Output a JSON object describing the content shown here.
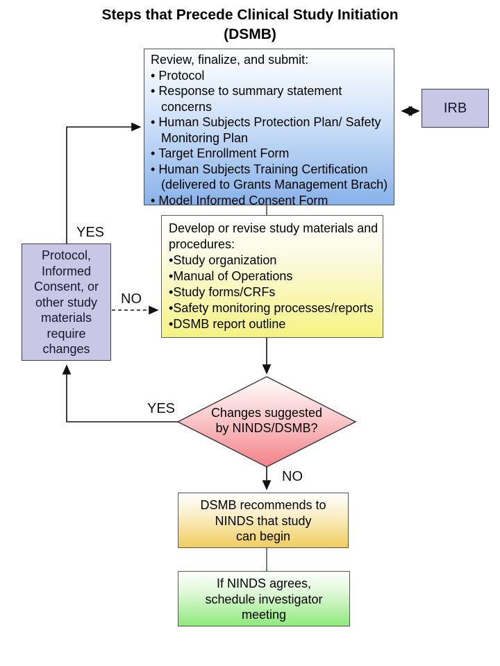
{
  "slide": {
    "title_line1": "Steps that Precede Clinical Study Initiation",
    "title_line2": "(DSMB)"
  },
  "boxes": {
    "review": {
      "intro": "Review, finalize, and submit:",
      "bullets": [
        "Protocol",
        "Response to summary statement concerns",
        "Human Subjects Protection Plan/ Safety Monitoring Plan",
        "Target Enrollment Form",
        "Human Subjects Training Certification (delivered to Grants Management Brach)",
        "Model Informed Consent Form"
      ]
    },
    "irb": {
      "label": "IRB"
    },
    "develop": {
      "intro": "Develop or revise study materials and procedures:",
      "bullets": [
        "Study organization",
        "Manual of Operations",
        "Study forms/CRFs",
        "Safety monitoring processes/reports",
        "DSMB report outline"
      ]
    },
    "changes": {
      "text": "Protocol, Informed Consent, or other study materials require changes"
    },
    "decision": {
      "lines": [
        "Changes suggested",
        "by NINDS/DSMB?"
      ]
    },
    "recommend": {
      "lines": [
        "DSMB recommends to",
        "NINDS that study",
        "can begin"
      ]
    },
    "meeting": {
      "lines": [
        "If NINDS agrees,",
        "schedule investigator",
        "meeting"
      ]
    }
  },
  "labels": {
    "yes_top": "YES",
    "no_middle": "NO",
    "yes_diamond": "YES",
    "no_bottom": "NO"
  },
  "colors": {
    "review_gradient_bottom": "#88B2E9",
    "develop_gradient_bottom": "#F5F383",
    "decision_gradient_bottom": "#F18288",
    "recommend_gradient_bottom": "#F0CD5F",
    "meeting_gradient_bottom": "#8FE97D",
    "lavender_fill": "#C9C7E5",
    "arrow_color": "#111111",
    "box_border_gray": "#555555"
  }
}
